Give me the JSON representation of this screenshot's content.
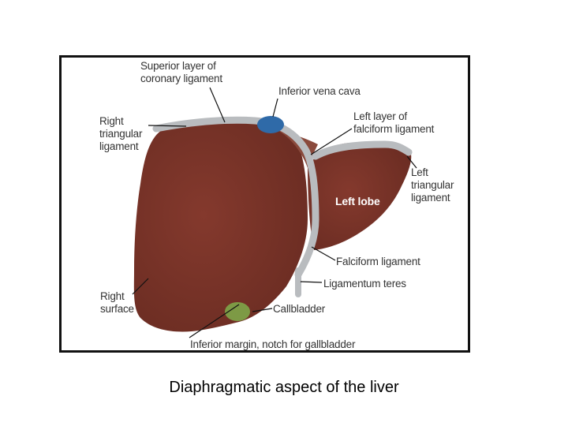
{
  "caption": "Diaphragmatic aspect of the liver",
  "labels": {
    "superior_coronary": "Superior layer of\ncoronary ligament",
    "ivc": "Inferior vena cava",
    "right_triangular": "Right\ntriangular\nligament",
    "left_falciform_layer": "Left layer of\nfalciform ligament",
    "left_triangular": "Left\ntriangular\nligament",
    "left_lobe": "Left lobe",
    "falciform": "Falciform ligament",
    "ligamentum_teres": "Ligamentum teres",
    "right_surface": "Right\nsurface",
    "gallbladder": "Callbladder",
    "inferior_margin": "Inferior margin, notch for gallbladder"
  },
  "colors": {
    "liver": "#7a3429",
    "ligament": "#b9bcbf",
    "ivc": "#2f6aa8",
    "gallbladder": "#7d9a45",
    "leader": "#111111"
  }
}
